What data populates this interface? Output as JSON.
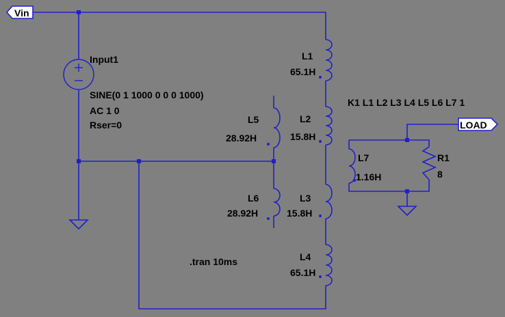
{
  "flags": {
    "vin": "Vin",
    "load": "LOAD"
  },
  "source": {
    "name": "Input1",
    "value": "SINE(0 1 1000 0 0 0 1000)",
    "ac": "AC 1 0",
    "rser": "Rser=0"
  },
  "inductors": {
    "L1": {
      "name": "L1",
      "value": "65.1H"
    },
    "L2": {
      "name": "L2",
      "value": "15.8H"
    },
    "L3": {
      "name": "L3",
      "value": "15.8H"
    },
    "L4": {
      "name": "L4",
      "value": "65.1H"
    },
    "L5": {
      "name": "L5",
      "value": "28.92H"
    },
    "L6": {
      "name": "L6",
      "value": "28.92H"
    },
    "L7": {
      "name": "L7",
      "value": "1.16H"
    }
  },
  "resistor": {
    "name": "R1",
    "value": "8"
  },
  "directives": {
    "coupling": "K1 L1 L2 L3 L4 L5 L6 L7 1",
    "tran": ".tran 10ms"
  },
  "colors": {
    "background": "#808080",
    "wire": "#1f1fcc",
    "text": "#000000"
  }
}
